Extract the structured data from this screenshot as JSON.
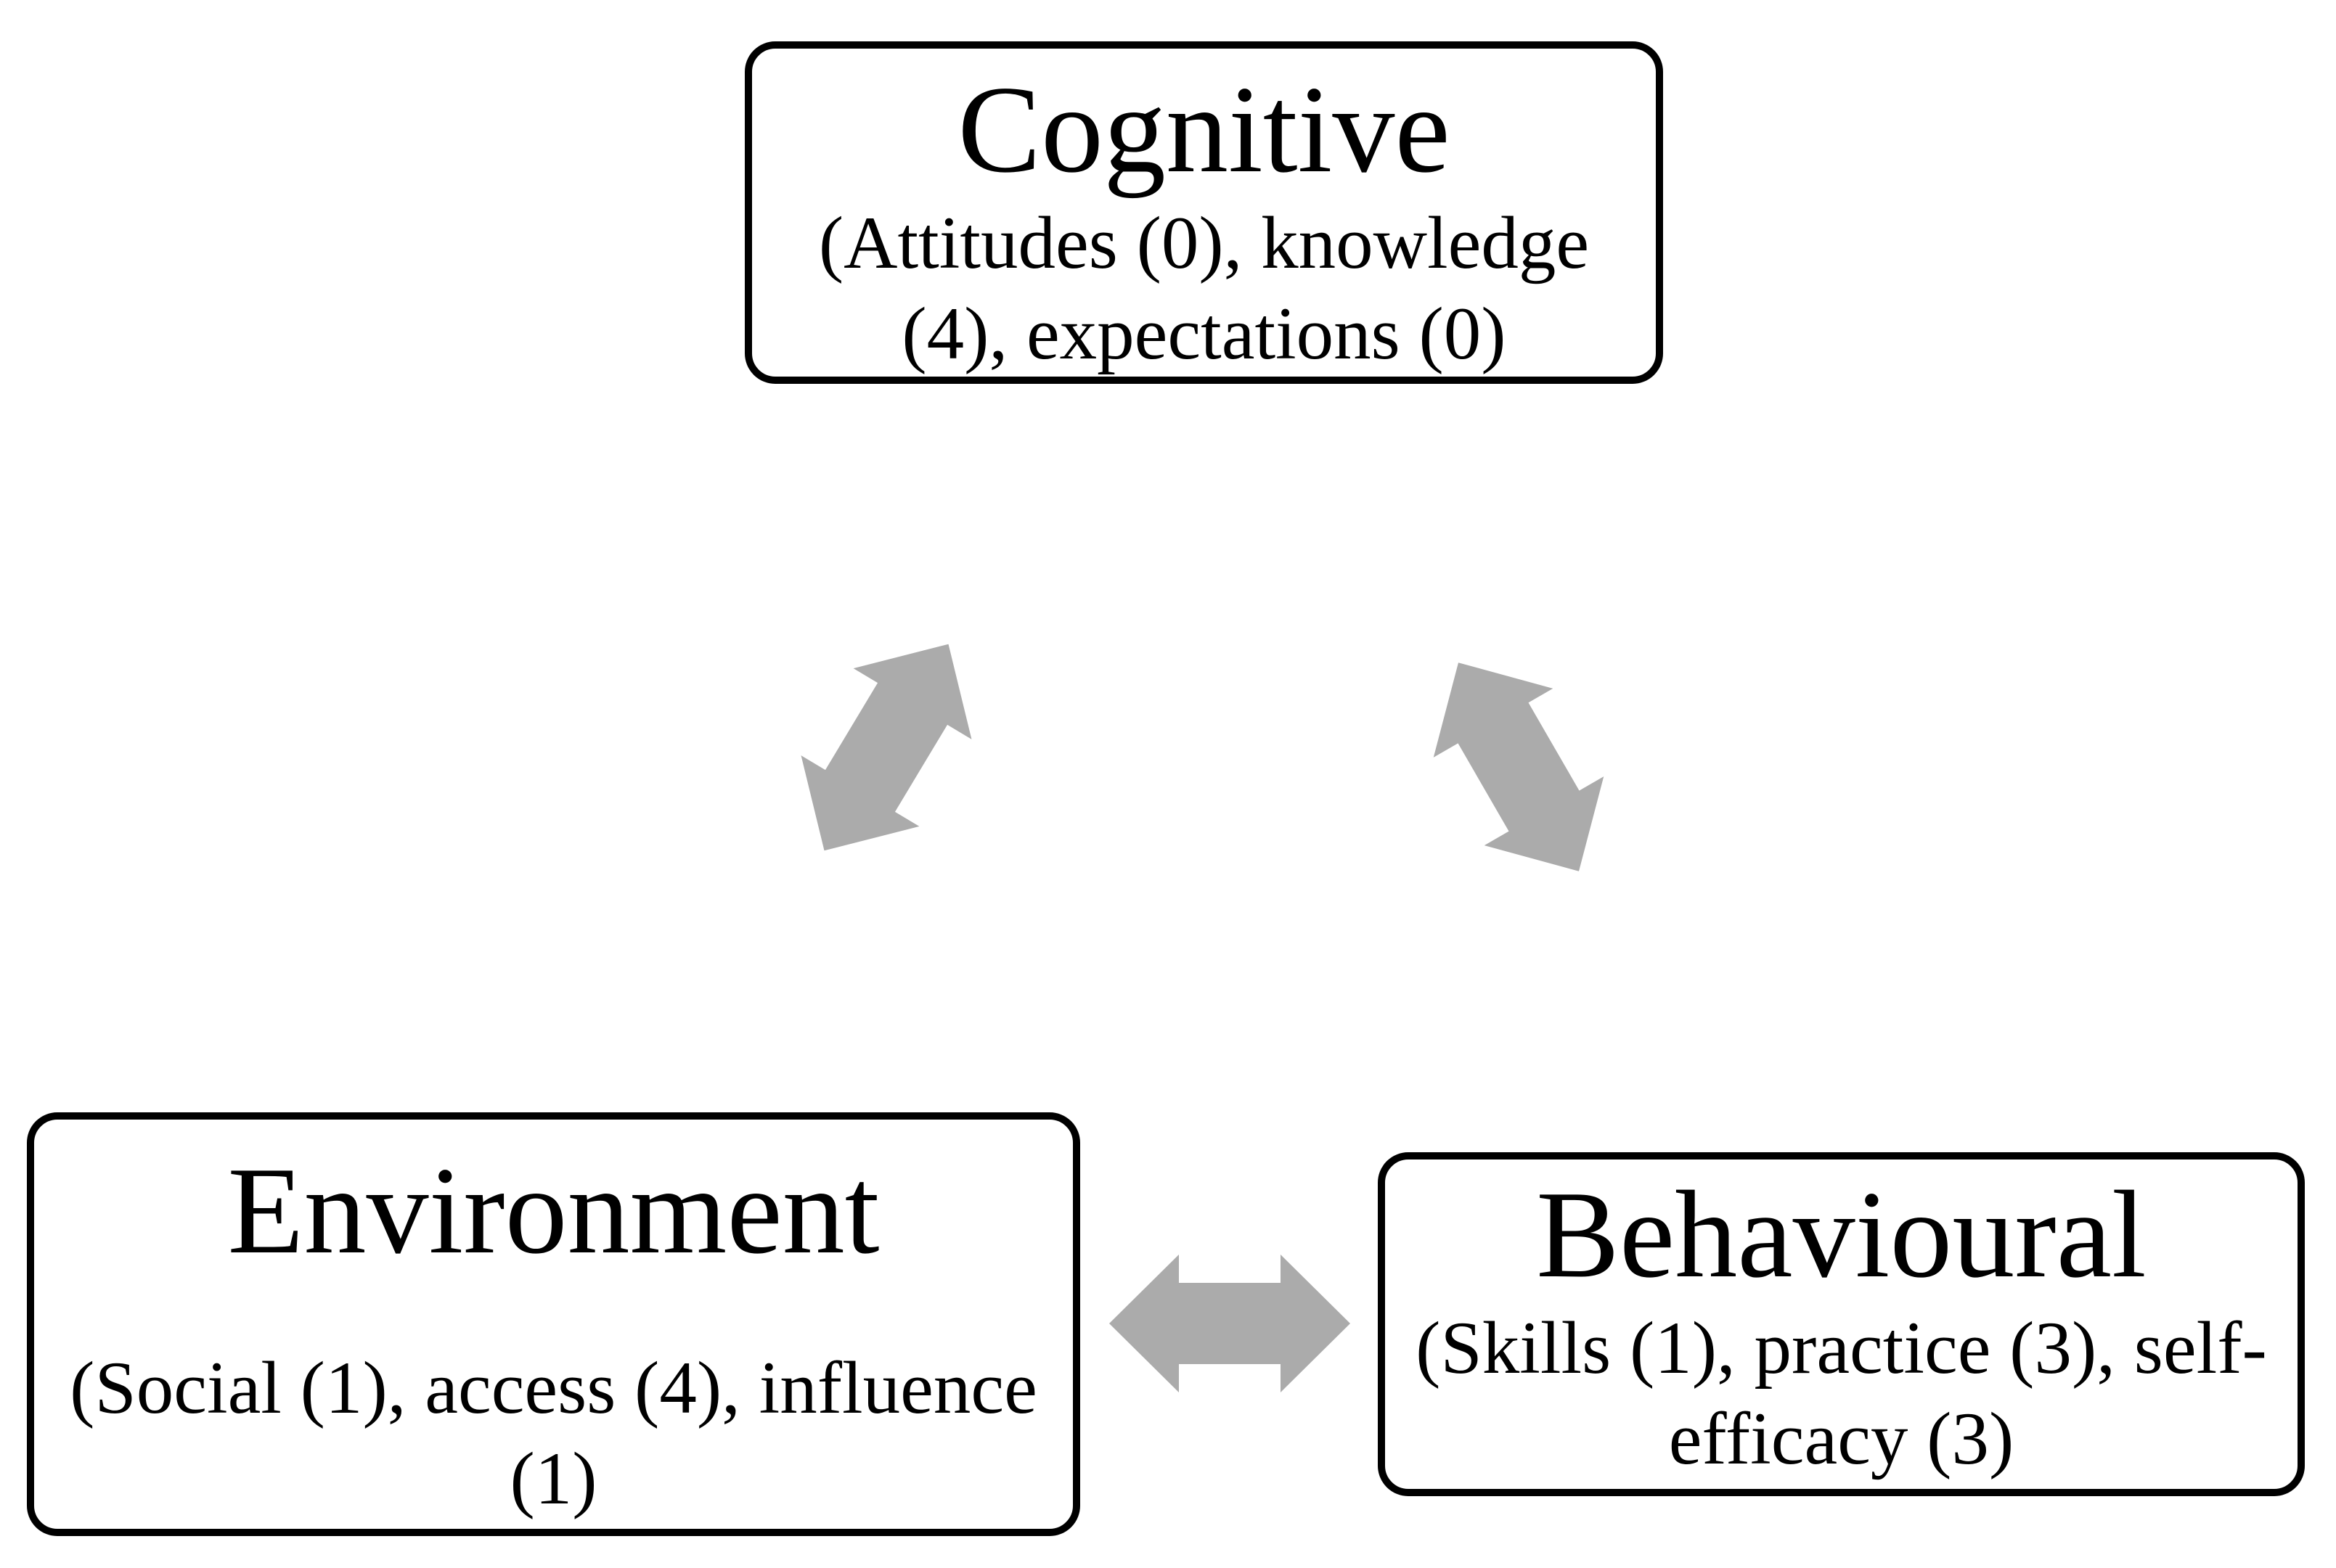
{
  "figure": {
    "type": "reciprocal-triad-diagram",
    "background": "#ffffff",
    "colors": {
      "box_border": "#000000",
      "box_fill": "#ffffff",
      "text": "#000000",
      "arrow_fill": "#ababab"
    },
    "nodes": {
      "cognitive": {
        "title": "Cognitive",
        "subtitle_lines": [
          "(Attitudes (0), knowledge",
          "(4), expectations (0)"
        ]
      },
      "environment": {
        "title": "Environment",
        "subtitle_lines": [
          "(Social (1), access (4), influence",
          "(1)"
        ]
      },
      "behavioural": {
        "title": "Behavioural",
        "subtitle_lines": [
          "(Skills (1), practice (3), self-",
          "efficacy (3)"
        ]
      }
    },
    "arrows": [
      {
        "id": "cognitive-environment",
        "between": "Cognitive and Environment",
        "style": "double-headed",
        "direction": "diagonal"
      },
      {
        "id": "cognitive-behavioural",
        "between": "Cognitive and Behavioural",
        "style": "double-headed",
        "direction": "diagonal"
      },
      {
        "id": "environment-behavioural",
        "between": "Environment and Behavioural",
        "style": "double-headed",
        "direction": "horizontal"
      }
    ]
  }
}
